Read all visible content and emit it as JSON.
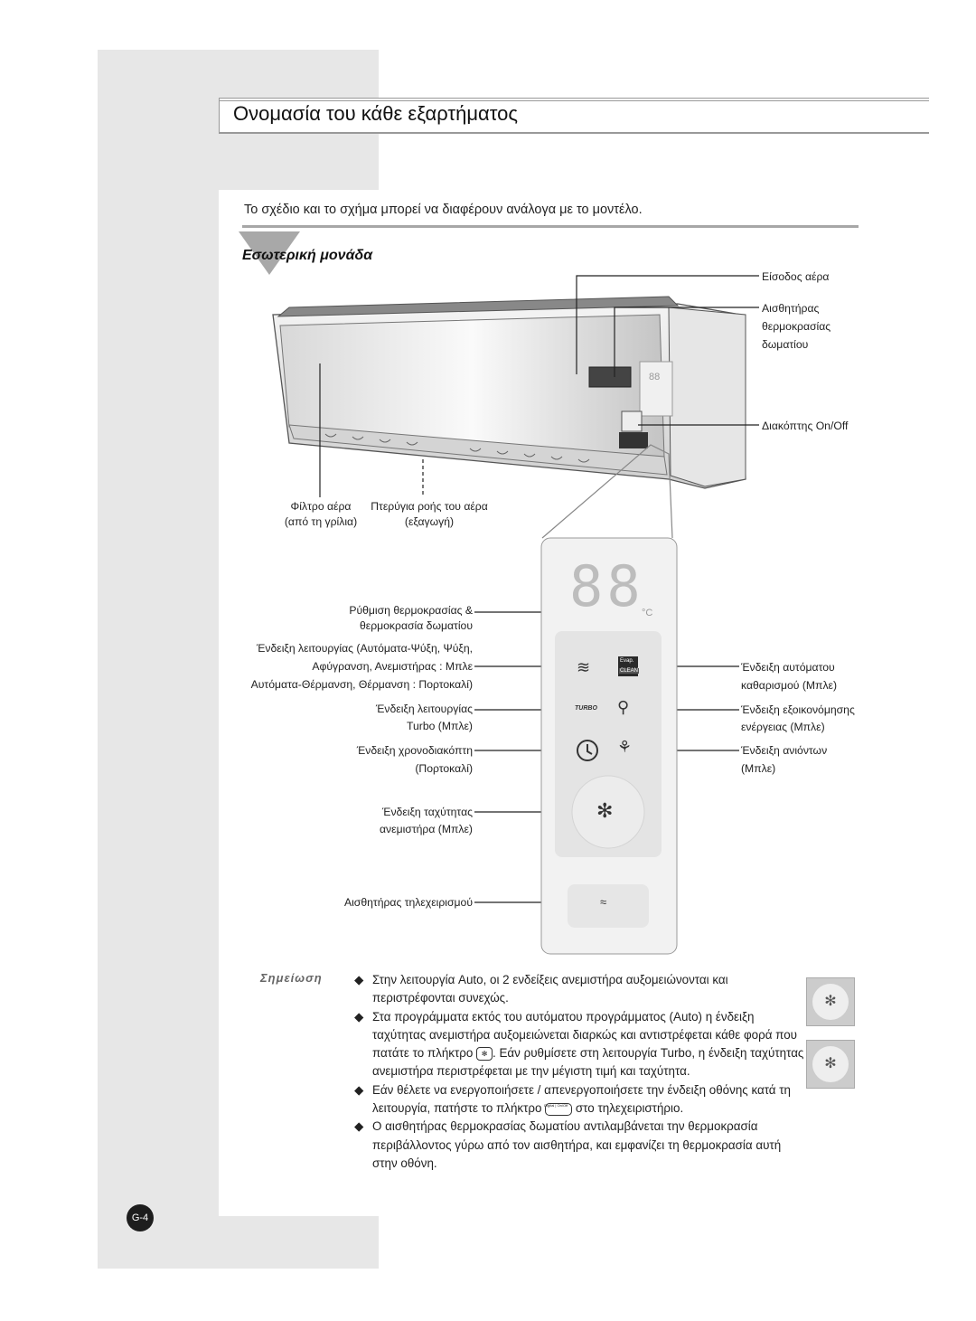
{
  "header": {
    "title": "Ονομασία του κάθε εξαρτήματος"
  },
  "intro": {
    "subtitle": "Το σχέδιο και το σχήμα μπορεί να διαφέρουν ανάλογα με το μοντέλο.",
    "section": "Εσωτερική μονάδα"
  },
  "unit_labels": {
    "air_inlet": "Είσοδος αέρα",
    "temp_sensor": [
      "Αισθητήρας",
      "θερμοκρασίας",
      "δωματίου"
    ],
    "onoff": "Διακόπτης On/Off",
    "filter": [
      "Φίλτρο αέρα",
      "(από τη γρίλια)"
    ],
    "louvers": [
      "Πτερύγια ροής του αέρα",
      "(εξαγωγή)"
    ]
  },
  "panel_labels_left": {
    "temp_setting": [
      "Ρύθμιση θερμοκρασίας &",
      "θερμοκρασία δωματίου"
    ],
    "mode": [
      "Ένδειξη λειτουργίας (Αυτόματα-Ψύξη, Ψύξη,",
      "Αφύγρανση, Ανεμιστήρας : Μπλε",
      "Αυτόματα-Θέρμανση, Θέρμανση : Πορτοκαλί)"
    ],
    "turbo": [
      "Ένδειξη λειτουργίας",
      "Turbo (Μπλε)"
    ],
    "timer": [
      "Ένδειξη χρονοδιακόπτη",
      "(Πορτοκαλί)"
    ],
    "fan": [
      "Ένδειξη ταχύτητας",
      "ανεμιστήρα (Μπλε)"
    ],
    "remote": "Αισθητήρας τηλεχειρισμού"
  },
  "panel_labels_right": {
    "autoclean": [
      "Ένδειξη αυτόματου",
      "καθαρισμού (Μπλε)"
    ],
    "energy": [
      "Ένδειξη εξοικονόμησης",
      "ενέργειας (Μπλε)"
    ],
    "ions": [
      "Ένδειξη ανιόντων",
      "(Μπλε)"
    ]
  },
  "display": {
    "digits": "88",
    "unit": "°C",
    "evap_top": "Evap.",
    "evap_bottom": "CLEAN",
    "turbo_text": "TURBO"
  },
  "note": {
    "label": "Σημείωση",
    "bullet": "◆",
    "items": [
      "Στην λειτουργία Auto, οι 2 ενδείξεις ανεμιστήρα αυξομειώνονται και περιστρέφονται συνεχώς.",
      "Στα προγράμματα εκτός του αυτόματου προγράμματος (Auto) η ένδειξη ταχύτητας ανεμιστήρα αυξομειώνεται διαρκώς και αντιστρέφεται κάθε φορά που πατάτε το πλήκτρο",
      ". Εάν ρυθμίσετε στη λειτουργία Turbo, η ένδειξη ταχύτητας ανεμιστήρα περιστρέφεται με την μέγιστη τιμή και ταχύτητα.",
      "Εάν θέλετε να ενεργοποιήσετε / απενεργοποιήσετε την ένδειξη οθόνης κατά τη λειτουργία, πατήστε το πλήκτρο",
      "στο τηλεχειριστήριο.",
      "Ο αισθητήρας θερμοκρασίας δωματίου αντιλαμβάνεται την θερμοκρασία περιβάλλοντος γύρω από τον αισθητήρα, και εμφανίζει τη θερμοκρασία αυτή στην οθόνη."
    ],
    "digital_key": "Digital | On/Off"
  },
  "page": {
    "number": "G-4"
  }
}
